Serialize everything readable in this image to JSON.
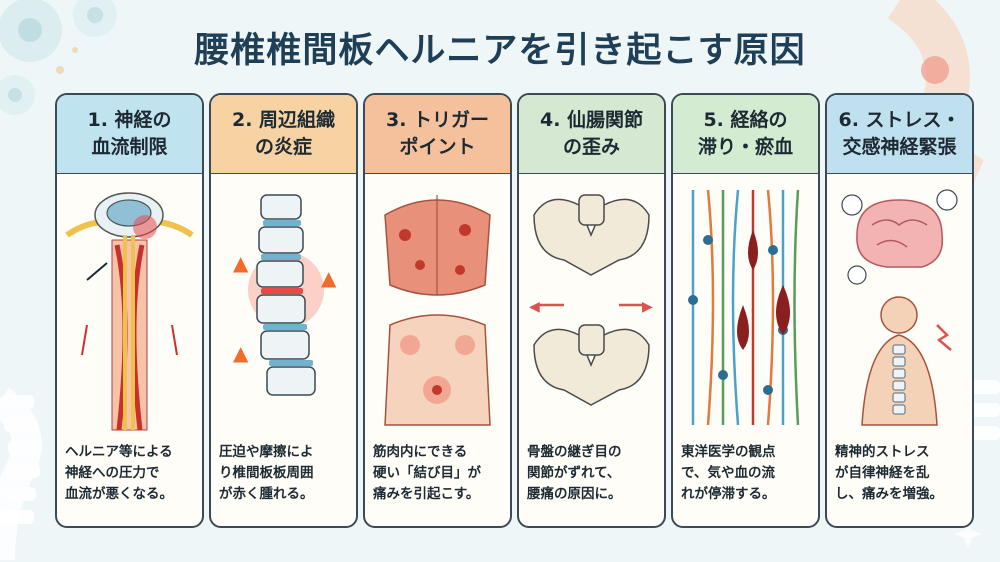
{
  "title": "腰椎椎間板ヘルニアを引き起こす原因",
  "colors": {
    "panel1": "#bfe3ef",
    "panel2": "#f7d3a4",
    "panel3": "#f5c19c",
    "panel4": "#d5e8d2",
    "panel5": "#d2ebd1",
    "panel6": "#bfe0ee"
  },
  "panels": [
    {
      "heading": "1. 神経の\n血流制限",
      "text": "ヘルニア等による\n神経への圧力で\n血流が悪くなる。"
    },
    {
      "heading": "2. 周辺組織\nの炎症",
      "text": "圧迫や摩擦によ\nり椎間板板周囲\nが赤く腫れる。"
    },
    {
      "heading": "3. トリガー\nポイント",
      "text": "筋肉内にできる\n硬い「結び目」が\n痛みを引起こす。"
    },
    {
      "heading": "4. 仙腸関節\nの歪み",
      "text": "骨盤の継ぎ目の\n関節がずれて、\n腰痛の原因に。"
    },
    {
      "heading": "5. 経絡の\n滞り・瘀血",
      "text": "東洋医学の観点\nで、気や血の流\nれが停滞する。"
    },
    {
      "heading": "6. ストレス・\n交感神経緊張",
      "text": "精神的ストレス\nが自律神経を乱\nし、痛みを増強。"
    }
  ]
}
